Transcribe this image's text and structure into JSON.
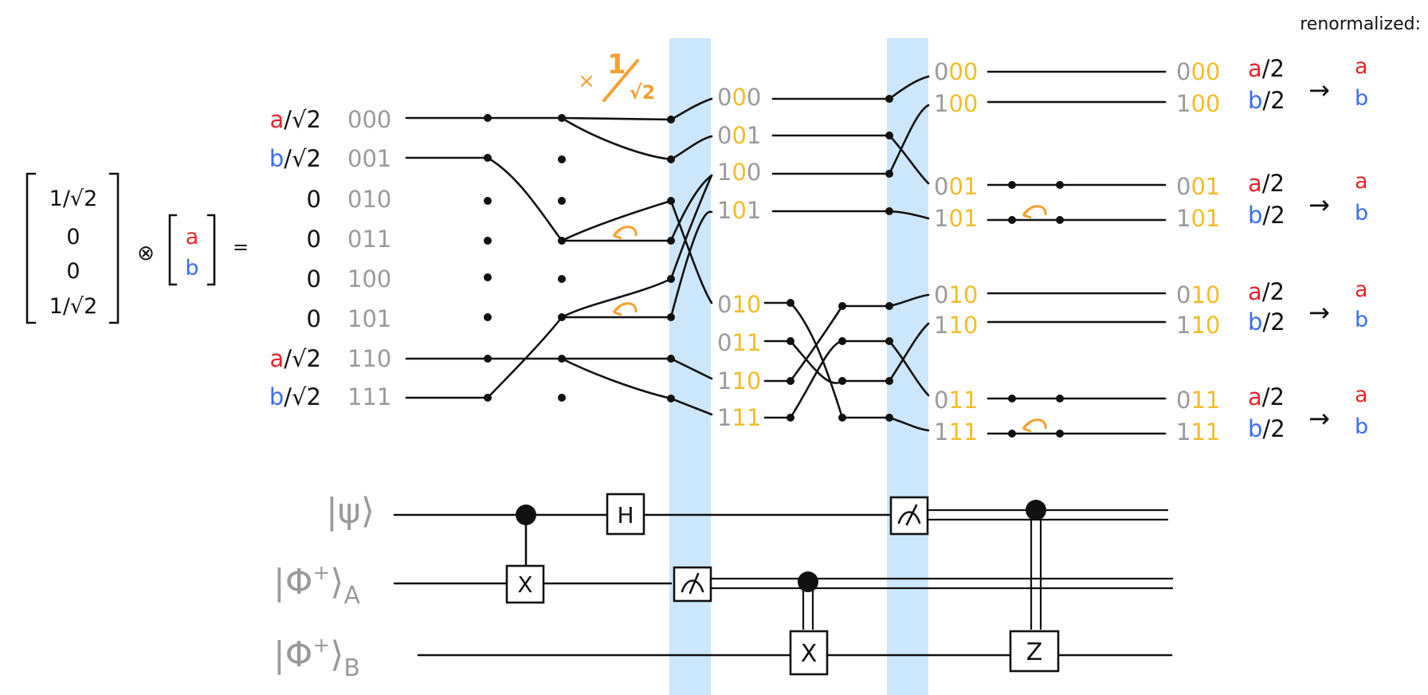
{
  "colors": {
    "amplitude_a": "#e8262c",
    "amplitude_b": "#3b6ef0",
    "bit_gray": "#9a9a9a",
    "bit_yellow": "#f2bd2a",
    "accent_orange": "#f5a033",
    "measurement_band": "#cce7fb",
    "ink": "#111111"
  },
  "header": {
    "renormalized": "renormalized:"
  },
  "tensor": {
    "left_vector": [
      "1/√2",
      "0",
      "0",
      "1/√2"
    ],
    "otimes": "⊗",
    "right_vector": [
      "a",
      "b"
    ],
    "equals": "="
  },
  "scale_factor": {
    "times": "×",
    "numerator": "1",
    "denominator": "√2"
  },
  "state_column": {
    "rows": [
      {
        "amp_sym": "a",
        "amp_rest": "/√2",
        "amp_color": "a",
        "bits": "000"
      },
      {
        "amp_sym": "b",
        "amp_rest": "/√2",
        "amp_color": "b",
        "bits": "001"
      },
      {
        "amp_sym": "",
        "amp_rest": "0",
        "amp_color": "",
        "bits": "010"
      },
      {
        "amp_sym": "",
        "amp_rest": "0",
        "amp_color": "",
        "bits": "011"
      },
      {
        "amp_sym": "",
        "amp_rest": "0",
        "amp_color": "",
        "bits": "100"
      },
      {
        "amp_sym": "",
        "amp_rest": "0",
        "amp_color": "",
        "bits": "101"
      },
      {
        "amp_sym": "a",
        "amp_rest": "/√2",
        "amp_color": "a",
        "bits": "110"
      },
      {
        "amp_sym": "b",
        "amp_rest": "/√2",
        "amp_color": "b",
        "bits": "111"
      }
    ]
  },
  "middle_labels": {
    "top": [
      {
        "b0": "0",
        "b1": "0",
        "b2": "0"
      },
      {
        "b0": "0",
        "b1": "0",
        "b2": "1"
      },
      {
        "b0": "1",
        "b1": "0",
        "b2": "0"
      },
      {
        "b0": "1",
        "b1": "0",
        "b2": "1"
      }
    ],
    "bottom": [
      {
        "b0": "0",
        "b1": "1",
        "b2": "0"
      },
      {
        "b0": "0",
        "b1": "1",
        "b2": "1"
      },
      {
        "b0": "1",
        "b1": "1",
        "b2": "0"
      },
      {
        "b0": "1",
        "b1": "1",
        "b2": "1"
      }
    ]
  },
  "right_groups": [
    {
      "in": [
        {
          "b0": "0",
          "rest": "00"
        },
        {
          "b0": "1",
          "rest": "00"
        }
      ],
      "out": [
        {
          "b0": "0",
          "rest": "00"
        },
        {
          "b0": "1",
          "rest": "00"
        }
      ],
      "amps": [
        "/2",
        "/2"
      ],
      "res": [
        "a",
        "b"
      ]
    },
    {
      "in": [
        {
          "b0": "0",
          "rest": "01"
        },
        {
          "b0": "1",
          "rest": "01"
        }
      ],
      "out": [
        {
          "b0": "0",
          "rest": "01"
        },
        {
          "b0": "1",
          "rest": "01"
        }
      ],
      "amps": [
        "/2",
        "/2"
      ],
      "res": [
        "a",
        "b"
      ]
    },
    {
      "in": [
        {
          "b0": "0",
          "rest": "10"
        },
        {
          "b0": "1",
          "rest": "10"
        }
      ],
      "out": [
        {
          "b0": "0",
          "rest": "10"
        },
        {
          "b0": "1",
          "rest": "10"
        }
      ],
      "amps": [
        "/2",
        "/2"
      ],
      "res": [
        "a",
        "b"
      ]
    },
    {
      "in": [
        {
          "b0": "0",
          "rest": "11"
        },
        {
          "b0": "1",
          "rest": "11"
        }
      ],
      "out": [
        {
          "b0": "0",
          "rest": "11"
        },
        {
          "b0": "1",
          "rest": "11"
        }
      ],
      "amps": [
        "/2",
        "/2"
      ],
      "res": [
        "a",
        "b"
      ]
    }
  ],
  "amp_symbols": [
    "a",
    "b"
  ],
  "arrow": "→",
  "circuit": {
    "qubits": [
      {
        "ket_open": "|",
        "name": "ψ",
        "ket_close": "⟩",
        "sub": ""
      },
      {
        "ket_open": "|",
        "name": "Φ",
        "sup": "+",
        "ket_close": "⟩",
        "sub": "A"
      },
      {
        "ket_open": "|",
        "name": "Φ",
        "sup": "+",
        "ket_close": "⟩",
        "sub": "B"
      }
    ],
    "gates": {
      "hadamard": "H",
      "cnot_target": "X",
      "classical_x": "X",
      "classical_z": "Z"
    }
  }
}
